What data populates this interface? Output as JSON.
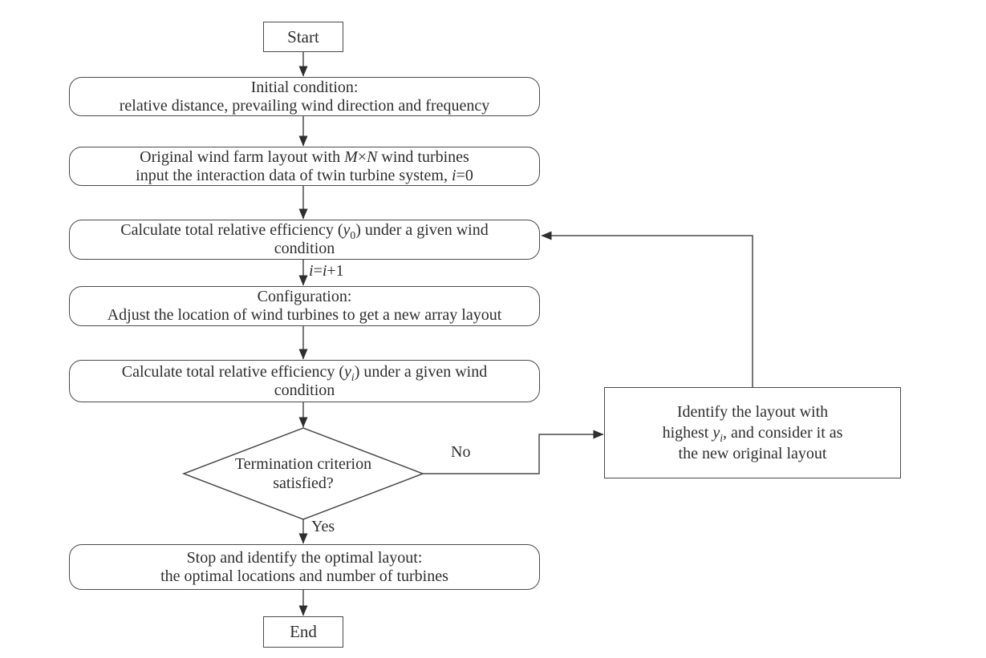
{
  "colors": {
    "background": "#ffffff",
    "line": "#4a4a4a",
    "arrowhead": "#2e2e2e",
    "text": "#2e2e2e"
  },
  "nodes": {
    "start": {
      "label": "Start"
    },
    "initial_condition": {
      "lines": [
        "Initial condition:",
        "relative distance, prevailing wind direction and frequency"
      ]
    },
    "original_layout": {
      "lines": [
        "Original wind farm layout with *M*×*N* wind turbines",
        "input the interaction data of twin turbine system, *i*=0"
      ]
    },
    "calc_efficiency_y0": {
      "lines": [
        "Calculate total relative efficiency (*y*_{0}) under a given wind",
        "condition"
      ]
    },
    "configuration": {
      "lines": [
        "Configuration:",
        "Adjust the location of wind turbines to get a new array layout"
      ]
    },
    "calc_efficiency_yi": {
      "lines": [
        "Calculate total relative efficiency (*y*_{*i*}) under a given wind",
        "condition"
      ]
    },
    "termination_decision": {
      "lines": [
        "Termination criterion",
        "satisfied?"
      ]
    },
    "identify_layout": {
      "lines": [
        "Identify the layout with",
        "highest *y*_{*i*}, and consider it as",
        "the new original layout"
      ]
    },
    "stop_identify_optimal": {
      "lines": [
        "Stop and identify the optimal layout:",
        "the optimal locations and number of turbines"
      ]
    },
    "end": {
      "label": "End"
    }
  },
  "edge_labels": {
    "iteration": "*i*=*i*+1",
    "no": "No",
    "yes": "Yes"
  }
}
